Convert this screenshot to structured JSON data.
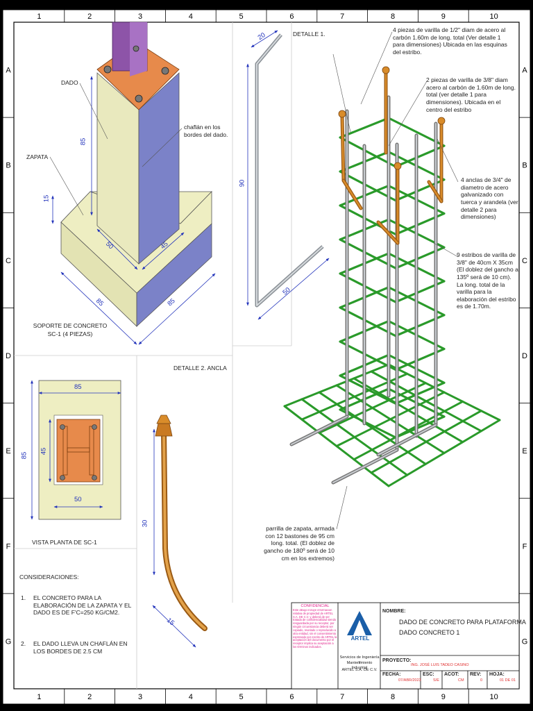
{
  "grid": {
    "columns": [
      "1",
      "2",
      "3",
      "4",
      "5",
      "6",
      "7",
      "8",
      "9",
      "10"
    ],
    "rows": [
      "A",
      "B",
      "C",
      "D",
      "E",
      "F",
      "G"
    ]
  },
  "iso_view": {
    "label_dado": "DADO",
    "label_zapata": "ZAPATA",
    "label_chaflan": "chaflán en los bordes del dado.",
    "dim_dado_height": "85",
    "dim_zapata_height": "15",
    "dim_dado_w1": "50",
    "dim_dado_w2": "45",
    "dim_zapata_w1": "85",
    "dim_zapata_w2": "85",
    "caption_line1": "SOPORTE DE CONCRETO",
    "caption_line2": "SC-1 (4 PIEZAS)"
  },
  "detalle1": {
    "title": "DETALLE 1.",
    "dim_top": "20",
    "dim_height": "90",
    "dim_bottom": "50"
  },
  "plan_view": {
    "dim_top": "85",
    "dim_left": "85",
    "dim_inner_v": "45",
    "dim_inner_h": "50",
    "caption": "VISTA PLANTA DE SC-1"
  },
  "detalle2": {
    "title": "DETALLE 2. ANCLA",
    "dim_vertical": "30",
    "dim_bend": "15"
  },
  "cage_notes": {
    "note1": "4 piezas de varilla de 1/2\" diam de acero al carbón 1.60m de long. total (Ver detalle 1 para dimensiones) Ubicada en las esquinas del estribo.",
    "note2": "2 piezas de varilla de 3/8\" diam acero al carbón de 1.60m de long. total (ver detalle 1 para dimensiones). Ubicada en el centro del estribo",
    "note3": "4 anclas de 3/4\" de diametro de acero galvanizado con tuerca y arandela (ver detalle 2 para dimensiones)",
    "note4": "9 estribos de varilla de 3/8\" de 40cm X 35cm (El doblez del gancho a 135º será de 10 cm). La long. total de la varilla para la elaboración del estribo es de 1.70m.",
    "note5": "parrilla de zapata, armada con 12 bastones de 95 cm long. total. (El doblez de gancho de 180º será de 10 cm en los extremos)"
  },
  "considerations": {
    "title": "CONSIDERACIONES:",
    "items": [
      {
        "num": "1.",
        "text": "EL CONCRETO PARA LA ELABORACIÓN DE LA ZAPATA Y EL DADO ES DE F'C=250 KG/CM2."
      },
      {
        "num": "2.",
        "text": "EL DADO LLEVA UN CHAFLÁN EN LOS BORDES DE 2.5 CM"
      }
    ]
  },
  "title_block": {
    "confidential_title": "CONFIDENCIAL",
    "confidential_text": "Este dibujo incluye informacion relativa de propiedad de ARTEL S.A. DE C.V. y deberá de ser tratada de confidencialidad siendo resguardada por su receptor, por ningún circunstancia deberá ser copiado, revelado o reproducido a otra entidad, sin el consentimiento expresado por escrito de ARTEL la aceptación del documento por el receptor implica su aceptación a los términos indicados.",
    "company_line1": "Servicios de Ingeniería y",
    "company_line2": "Mantenimiento Industrial",
    "company_line3": "ARTEL S.A. DE C.V.",
    "logo_text": "ARTEL",
    "nombre_label": "NOMBRE:",
    "nombre_line1": "DADO DE CONCRETO PARA PLATAFORMA",
    "nombre_line2": "DADO CONCRETO 1",
    "proyecto_label": "PROYECTO:",
    "proyecto_value": "ING. JOSÉ LUIS TADEO CASINO",
    "fecha_label": "FECHA:",
    "fecha_value": "07/ABR/2023",
    "esc_label": "ESC:",
    "esc_value": "S/E",
    "acot_label": "ACOT:",
    "acot_value": "CM",
    "rev_label": "REV:",
    "rev_value": "0",
    "hoja_label": "HOJA:",
    "hoja_value": "01 DE 01"
  },
  "colors": {
    "border": "#000000",
    "concrete": "#eeeec2",
    "dado_face": "#7b82c8",
    "plate": "#e78a4b",
    "column": "#8d54a8",
    "rebar_green": "#2a9a2a",
    "rebar_grey": "#9aa0a8",
    "anchor": "#d98c2a",
    "dimension": "#2233bb"
  }
}
